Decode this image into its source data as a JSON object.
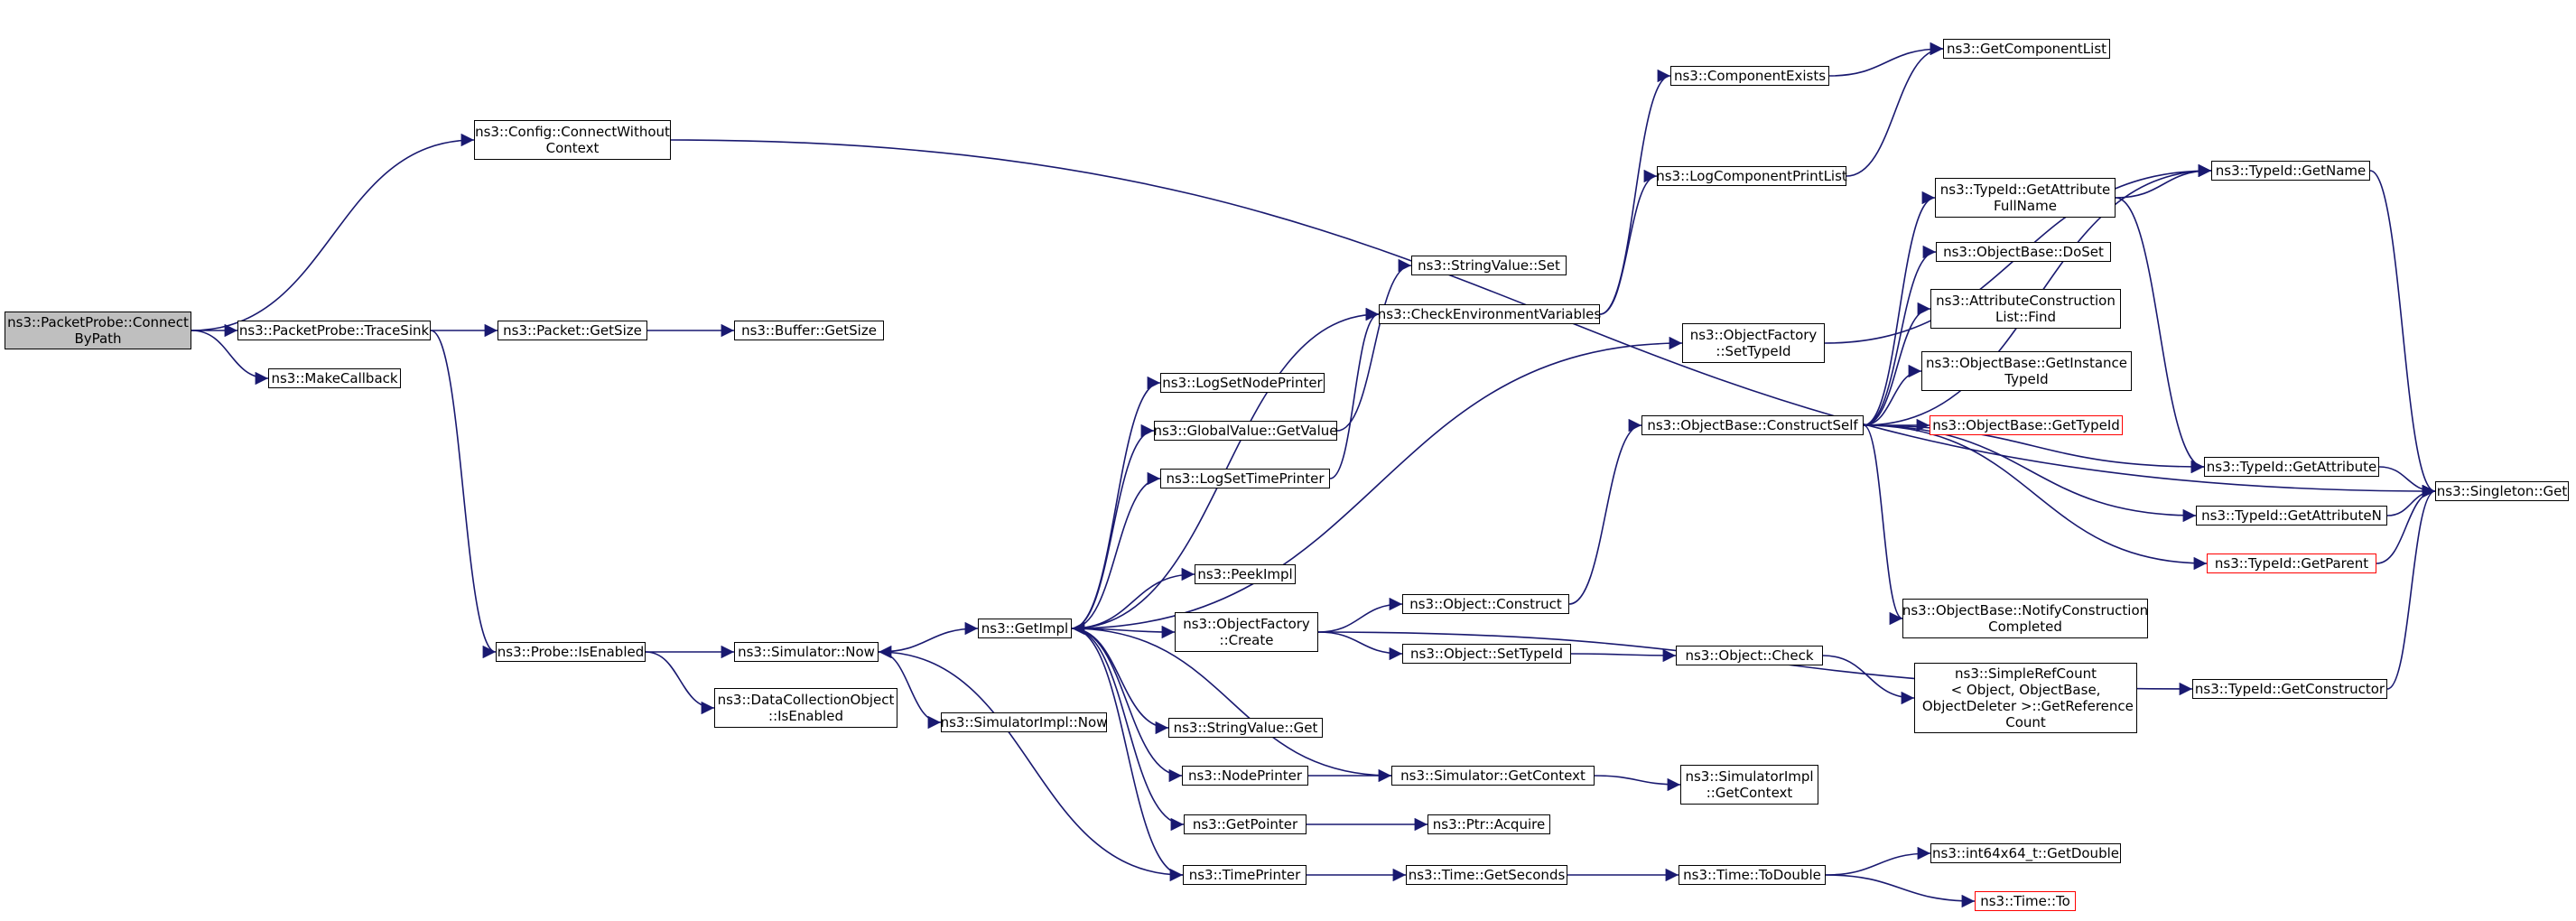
{
  "colors": {
    "edge": "#191970",
    "root_fill": "#bfbfbf",
    "truncated_border": "#ff0000"
  },
  "nodes": [
    {
      "id": "root",
      "label": "ns3::PacketProbe::Connect\nByPath",
      "style": "root"
    },
    {
      "id": "connectWithout",
      "label": "ns3::Config::ConnectWithout\nContext"
    },
    {
      "id": "traceSink",
      "label": "ns3::PacketProbe::TraceSink"
    },
    {
      "id": "makeCallback",
      "label": "ns3::MakeCallback"
    },
    {
      "id": "getSize",
      "label": "ns3::Packet::GetSize"
    },
    {
      "id": "bufGetSize",
      "label": "ns3::Buffer::GetSize"
    },
    {
      "id": "probeIsEnabled",
      "label": "ns3::Probe::IsEnabled"
    },
    {
      "id": "simNow",
      "label": "ns3::Simulator::Now"
    },
    {
      "id": "dcoIsEnabled",
      "label": "ns3::DataCollectionObject\n::IsEnabled"
    },
    {
      "id": "simImplNow",
      "label": "ns3::SimulatorImpl::Now"
    },
    {
      "id": "getImpl",
      "label": "ns3::GetImpl"
    },
    {
      "id": "logSetNode",
      "label": "ns3::LogSetNodePrinter"
    },
    {
      "id": "gvGetValue",
      "label": "ns3::GlobalValue::GetValue"
    },
    {
      "id": "logSetTime",
      "label": "ns3::LogSetTimePrinter"
    },
    {
      "id": "peekImpl",
      "label": "ns3::PeekImpl"
    },
    {
      "id": "ofCreate",
      "label": "ns3::ObjectFactory\n::Create"
    },
    {
      "id": "svGet",
      "label": "ns3::StringValue::Get"
    },
    {
      "id": "nodePrinter",
      "label": "ns3::NodePrinter"
    },
    {
      "id": "getPointer",
      "label": "ns3::GetPointer"
    },
    {
      "id": "timePrinter",
      "label": "ns3::TimePrinter"
    },
    {
      "id": "svSet",
      "label": "ns3::StringValue::Set"
    },
    {
      "id": "checkEnv",
      "label": "ns3::CheckEnvironmentVariables"
    },
    {
      "id": "objConstruct",
      "label": "ns3::Object::Construct"
    },
    {
      "id": "objSetTypeId",
      "label": "ns3::Object::SetTypeId"
    },
    {
      "id": "simGetContext",
      "label": "ns3::Simulator::GetContext"
    },
    {
      "id": "ptrAcquire",
      "label": "ns3::Ptr::Acquire"
    },
    {
      "id": "timeGetSeconds",
      "label": "ns3::Time::GetSeconds"
    },
    {
      "id": "compExists",
      "label": "ns3::ComponentExists"
    },
    {
      "id": "logCompPrint",
      "label": "ns3::LogComponentPrintList"
    },
    {
      "id": "ofSetTypeId",
      "label": "ns3::ObjectFactory\n::SetTypeId"
    },
    {
      "id": "constructSelf",
      "label": "ns3::ObjectBase::ConstructSelf"
    },
    {
      "id": "objCheck",
      "label": "ns3::Object::Check"
    },
    {
      "id": "simImplGetContext",
      "label": "ns3::SimulatorImpl\n::GetContext"
    },
    {
      "id": "timeToDouble",
      "label": "ns3::Time::ToDouble"
    },
    {
      "id": "getCompList",
      "label": "ns3::GetComponentList"
    },
    {
      "id": "tidGetAttrFull",
      "label": "ns3::TypeId::GetAttribute\nFullName"
    },
    {
      "id": "obDoSet",
      "label": "ns3::ObjectBase::DoSet"
    },
    {
      "id": "acListFind",
      "label": "ns3::AttributeConstruction\nList::Find"
    },
    {
      "id": "obGetInstance",
      "label": "ns3::ObjectBase::GetInstance\nTypeId"
    },
    {
      "id": "obGetTypeId",
      "label": "ns3::ObjectBase::GetTypeId",
      "style": "trunc"
    },
    {
      "id": "obNotify",
      "label": "ns3::ObjectBase::NotifyConstruction\nCompleted"
    },
    {
      "id": "simpleRef",
      "label": "ns3::SimpleRefCount\n< Object, ObjectBase,\n ObjectDeleter >::GetReference\nCount"
    },
    {
      "id": "int64GetDouble",
      "label": "ns3::int64x64_t::GetDouble"
    },
    {
      "id": "timeTo",
      "label": "ns3::Time::To",
      "style": "trunc"
    },
    {
      "id": "tidGetName",
      "label": "ns3::TypeId::GetName"
    },
    {
      "id": "tidGetAttr",
      "label": "ns3::TypeId::GetAttribute"
    },
    {
      "id": "tidGetAttrN",
      "label": "ns3::TypeId::GetAttributeN"
    },
    {
      "id": "tidGetParent",
      "label": "ns3::TypeId::GetParent",
      "style": "trunc"
    },
    {
      "id": "tidGetCtor",
      "label": "ns3::TypeId::GetConstructor"
    },
    {
      "id": "singletonGet",
      "label": "ns3::Singleton::Get"
    }
  ],
  "edges": [
    [
      "root",
      "connectWithout"
    ],
    [
      "root",
      "traceSink"
    ],
    [
      "root",
      "makeCallback"
    ],
    [
      "connectWithout",
      "singletonGet"
    ],
    [
      "traceSink",
      "getSize"
    ],
    [
      "traceSink",
      "probeIsEnabled"
    ],
    [
      "getSize",
      "bufGetSize"
    ],
    [
      "probeIsEnabled",
      "simNow"
    ],
    [
      "probeIsEnabled",
      "dcoIsEnabled"
    ],
    [
      "simNow",
      "getImpl"
    ],
    [
      "simNow",
      "simImplNow"
    ],
    [
      "getImpl",
      "logSetNode"
    ],
    [
      "getImpl",
      "gvGetValue"
    ],
    [
      "getImpl",
      "logSetTime"
    ],
    [
      "getImpl",
      "peekImpl"
    ],
    [
      "getImpl",
      "ofCreate"
    ],
    [
      "getImpl",
      "svGet"
    ],
    [
      "getImpl",
      "nodePrinter"
    ],
    [
      "getImpl",
      "getPointer"
    ],
    [
      "getImpl",
      "timePrinter"
    ],
    [
      "getImpl",
      "ofSetTypeId"
    ],
    [
      "getImpl",
      "checkEnv"
    ],
    [
      "gvGetValue",
      "svSet"
    ],
    [
      "logSetTime",
      "checkEnv"
    ],
    [
      "checkEnv",
      "compExists"
    ],
    [
      "checkEnv",
      "logCompPrint"
    ],
    [
      "compExists",
      "getCompList"
    ],
    [
      "logCompPrint",
      "getCompList"
    ],
    [
      "ofCreate",
      "objConstruct"
    ],
    [
      "ofCreate",
      "objSetTypeId"
    ],
    [
      "ofCreate",
      "tidGetCtor"
    ],
    [
      "objConstruct",
      "constructSelf"
    ],
    [
      "objSetTypeId",
      "objCheck"
    ],
    [
      "objCheck",
      "simpleRef"
    ],
    [
      "nodePrinter",
      "simGetContext"
    ],
    [
      "simGetContext",
      "getImpl"
    ],
    [
      "simGetContext",
      "simImplGetContext"
    ],
    [
      "getPointer",
      "ptrAcquire"
    ],
    [
      "timePrinter",
      "simNow"
    ],
    [
      "timePrinter",
      "timeGetSeconds"
    ],
    [
      "timeGetSeconds",
      "timeToDouble"
    ],
    [
      "timeToDouble",
      "int64GetDouble"
    ],
    [
      "timeToDouble",
      "timeTo"
    ],
    [
      "ofSetTypeId",
      "tidGetName"
    ],
    [
      "constructSelf",
      "tidGetName"
    ],
    [
      "constructSelf",
      "tidGetAttrFull"
    ],
    [
      "constructSelf",
      "obDoSet"
    ],
    [
      "constructSelf",
      "acListFind"
    ],
    [
      "constructSelf",
      "obGetInstance"
    ],
    [
      "constructSelf",
      "obGetTypeId"
    ],
    [
      "constructSelf",
      "tidGetAttr"
    ],
    [
      "constructSelf",
      "tidGetAttrN"
    ],
    [
      "constructSelf",
      "tidGetParent"
    ],
    [
      "constructSelf",
      "obNotify"
    ],
    [
      "tidGetAttrFull",
      "tidGetName"
    ],
    [
      "tidGetAttrFull",
      "tidGetAttr"
    ],
    [
      "tidGetName",
      "singletonGet"
    ],
    [
      "tidGetAttr",
      "singletonGet"
    ],
    [
      "tidGetAttrN",
      "singletonGet"
    ],
    [
      "tidGetParent",
      "singletonGet"
    ],
    [
      "tidGetCtor",
      "singletonGet"
    ]
  ]
}
